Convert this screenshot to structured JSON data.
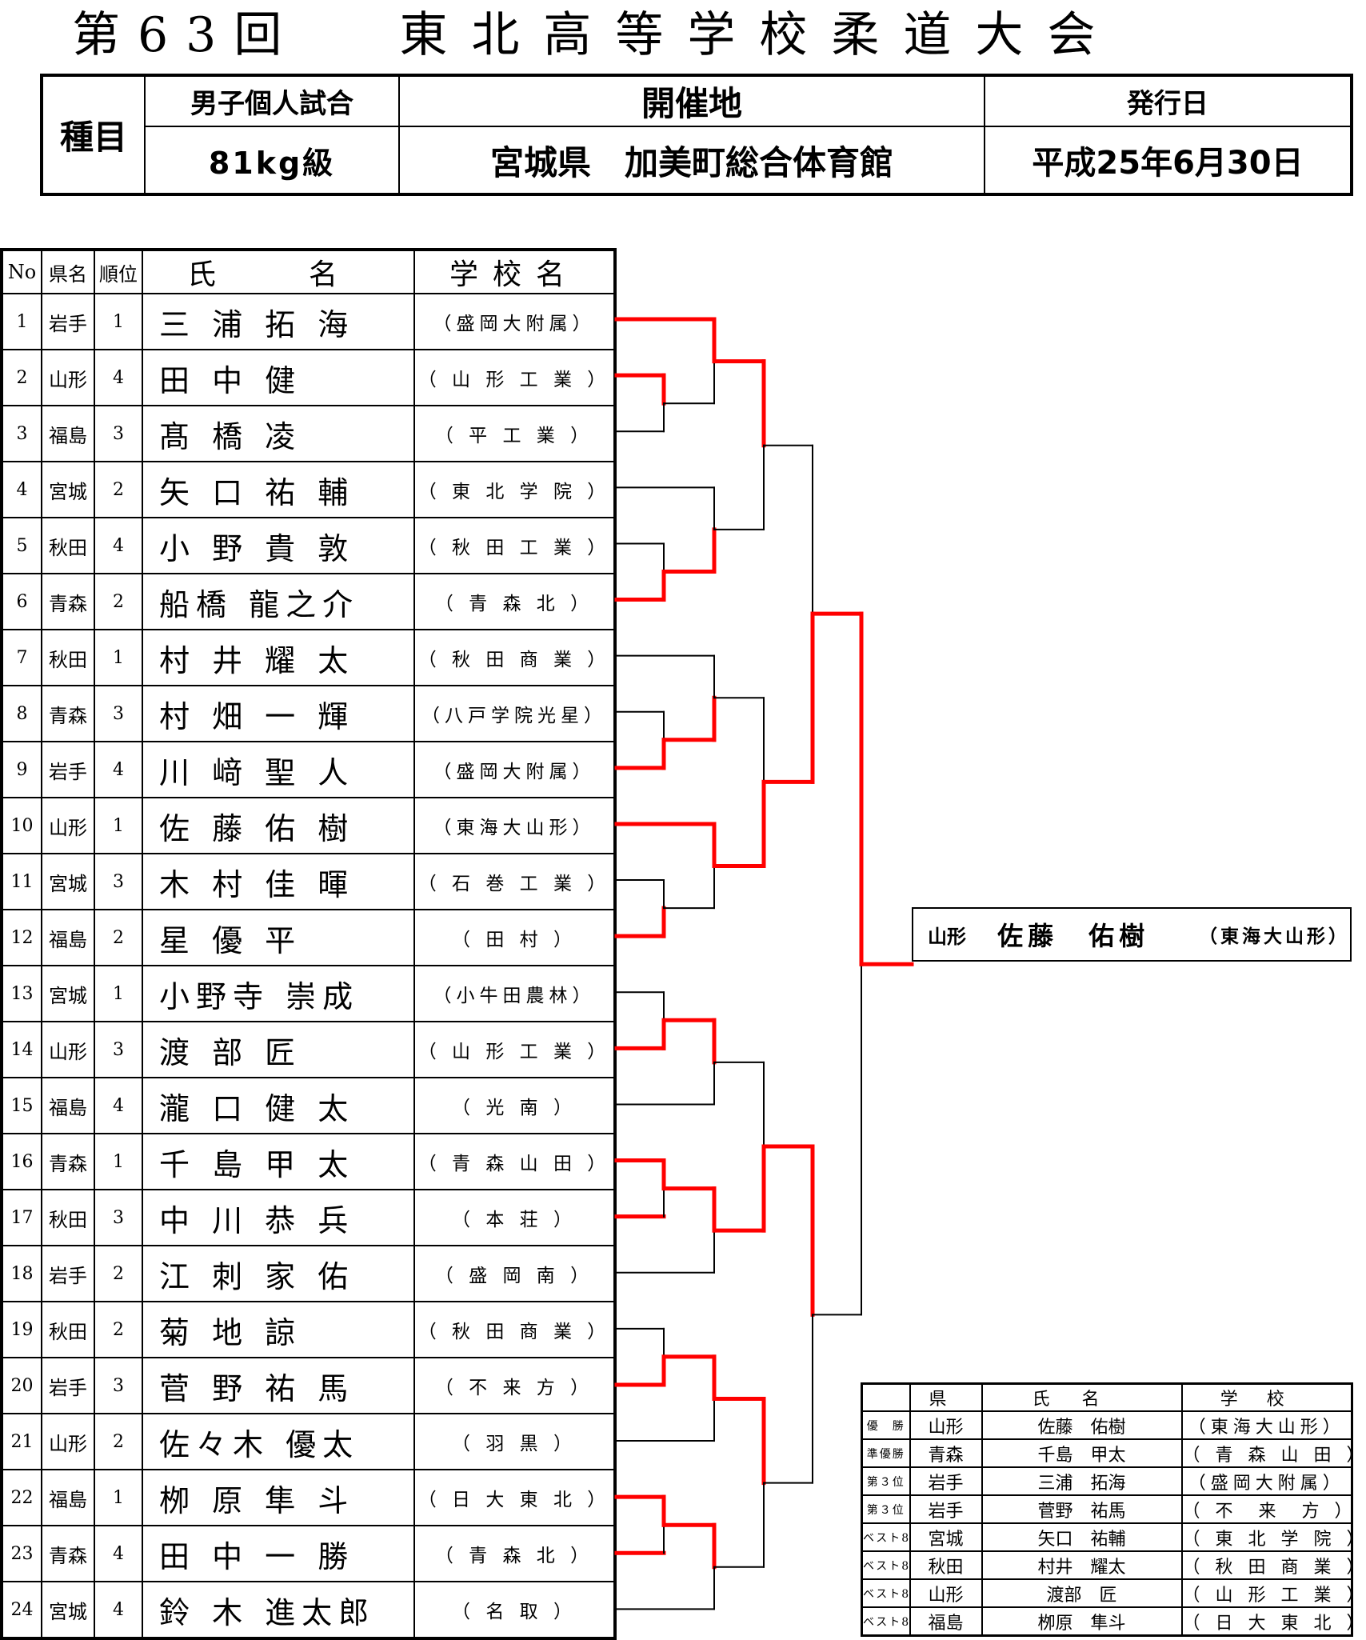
{
  "title": {
    "prefix": "第63回",
    "main": "東北高等学校柔道大会"
  },
  "header": {
    "category_label": "種目",
    "event": "男子個人試合",
    "weight_class": "81kg級",
    "venue_label": "開催地",
    "venue": "宮城県　加美町総合体育館",
    "date_label": "発行日",
    "date": "平成25年6月30日"
  },
  "table_headers": {
    "no": "No",
    "pref": "県名",
    "rank": "順位",
    "name": "氏　名",
    "school": "学校名"
  },
  "entries": [
    {
      "no": "1",
      "pref": "岩手",
      "rank": "1",
      "name": "三 浦   拓 海",
      "school": "（盛岡大附属）"
    },
    {
      "no": "2",
      "pref": "山形",
      "rank": "4",
      "name": "田 中     健",
      "school": "（ 山 形 工 業 ）"
    },
    {
      "no": "3",
      "pref": "福島",
      "rank": "3",
      "name": "髙 橋     凌",
      "school": "（  平  工  業  ）"
    },
    {
      "no": "4",
      "pref": "宮城",
      "rank": "2",
      "name": "矢 口   祐 輔",
      "school": "（ 東 北 学 院 ）"
    },
    {
      "no": "5",
      "pref": "秋田",
      "rank": "4",
      "name": "小 野   貴 敦",
      "school": "（ 秋 田 工 業 ）"
    },
    {
      "no": "6",
      "pref": "青森",
      "rank": "2",
      "name": "船橋   龍之介",
      "school": "（  青  森  北  ）"
    },
    {
      "no": "7",
      "pref": "秋田",
      "rank": "1",
      "name": "村 井   耀 太",
      "school": "（ 秋 田 商 業 ）"
    },
    {
      "no": "8",
      "pref": "青森",
      "rank": "3",
      "name": "村 畑   一 輝",
      "school": "（八戸学院光星）"
    },
    {
      "no": "9",
      "pref": "岩手",
      "rank": "4",
      "name": "川 﨑   聖 人",
      "school": "（盛岡大附属）"
    },
    {
      "no": "10",
      "pref": "山形",
      "rank": "1",
      "name": "佐 藤   佑 樹",
      "school": "（東海大山形）"
    },
    {
      "no": "11",
      "pref": "宮城",
      "rank": "3",
      "name": "木 村   佳 暉",
      "school": "（ 石 巻 工 業 ）"
    },
    {
      "no": "12",
      "pref": "福島",
      "rank": "2",
      "name": "星     優 平",
      "school": "（   田   村   ）"
    },
    {
      "no": "13",
      "pref": "宮城",
      "rank": "1",
      "name": "小野寺   崇成",
      "school": "（小牛田農林）"
    },
    {
      "no": "14",
      "pref": "山形",
      "rank": "3",
      "name": "渡 部     匠",
      "school": "（ 山 形 工 業 ）"
    },
    {
      "no": "15",
      "pref": "福島",
      "rank": "4",
      "name": "瀧 口   健 太",
      "school": "（   光   南   ）"
    },
    {
      "no": "16",
      "pref": "青森",
      "rank": "1",
      "name": "千 島   甲 太",
      "school": "（ 青 森 山 田 ）"
    },
    {
      "no": "17",
      "pref": "秋田",
      "rank": "3",
      "name": "中 川   恭 兵",
      "school": "（   本   荘   ）"
    },
    {
      "no": "18",
      "pref": "岩手",
      "rank": "2",
      "name": "江 刺 家   佑",
      "school": "（  盛  岡  南  ）"
    },
    {
      "no": "19",
      "pref": "秋田",
      "rank": "2",
      "name": "菊 地     諒",
      "school": "（ 秋 田 商 業 ）"
    },
    {
      "no": "20",
      "pref": "岩手",
      "rank": "3",
      "name": "菅 野   祐 馬",
      "school": "（  不  来  方  ）"
    },
    {
      "no": "21",
      "pref": "山形",
      "rank": "2",
      "name": "佐々木   優太",
      "school": "（   羽   黒   ）"
    },
    {
      "no": "22",
      "pref": "福島",
      "rank": "1",
      "name": "栁 原   隼 斗",
      "school": "（ 日 大 東 北 ）"
    },
    {
      "no": "23",
      "pref": "青森",
      "rank": "4",
      "name": "田 中   一 勝",
      "school": "（  青  森  北  ）"
    },
    {
      "no": "24",
      "pref": "宮城",
      "rank": "4",
      "name": "鈴 木   進太郎",
      "school": "（   名   取   ）"
    }
  ],
  "bracket": {
    "winner_color": "#ff0000",
    "line_color": "#000000",
    "winners_r1": [
      1,
      2,
      4,
      6,
      7,
      9,
      10,
      12,
      14,
      16,
      17,
      20,
      22,
      23
    ],
    "winners_r2": [
      1,
      6,
      9,
      10,
      14,
      16,
      20,
      22
    ],
    "winners_r3": [
      1,
      10,
      16,
      20
    ],
    "winners_r4": [
      10,
      16
    ],
    "winners_r5": [
      10
    ]
  },
  "champion": {
    "pref": "山形",
    "name": "佐藤　佑樹",
    "school": "（東海大山形）"
  },
  "results_headers": {
    "pref": "県",
    "name": "氏名",
    "school": "学校"
  },
  "results": [
    {
      "label": "優　勝",
      "pref": "山形",
      "name": "佐藤　佑樹",
      "school": "（東海大山形）"
    },
    {
      "label": "準優勝",
      "pref": "青森",
      "name": "千島　甲太",
      "school": "（ 青 森 山 田 ）"
    },
    {
      "label": "第３位",
      "pref": "岩手",
      "name": "三浦　拓海",
      "school": "（盛岡大附属）"
    },
    {
      "label": "第３位",
      "pref": "岩手",
      "name": "菅野　祐馬",
      "school": "（ 不  来  方 ）"
    },
    {
      "label": "ベスト8",
      "pref": "宮城",
      "name": "矢口　祐輔",
      "school": "（ 東 北 学 院 ）"
    },
    {
      "label": "ベスト8",
      "pref": "秋田",
      "name": "村井　耀太",
      "school": "（ 秋 田 商 業 ）"
    },
    {
      "label": "ベスト8",
      "pref": "山形",
      "name": "渡部　匠",
      "school": "（ 山 形 工 業 ）"
    },
    {
      "label": "ベスト8",
      "pref": "福島",
      "name": "栁原　隼斗",
      "school": "（ 日 大 東 北 ）"
    }
  ]
}
